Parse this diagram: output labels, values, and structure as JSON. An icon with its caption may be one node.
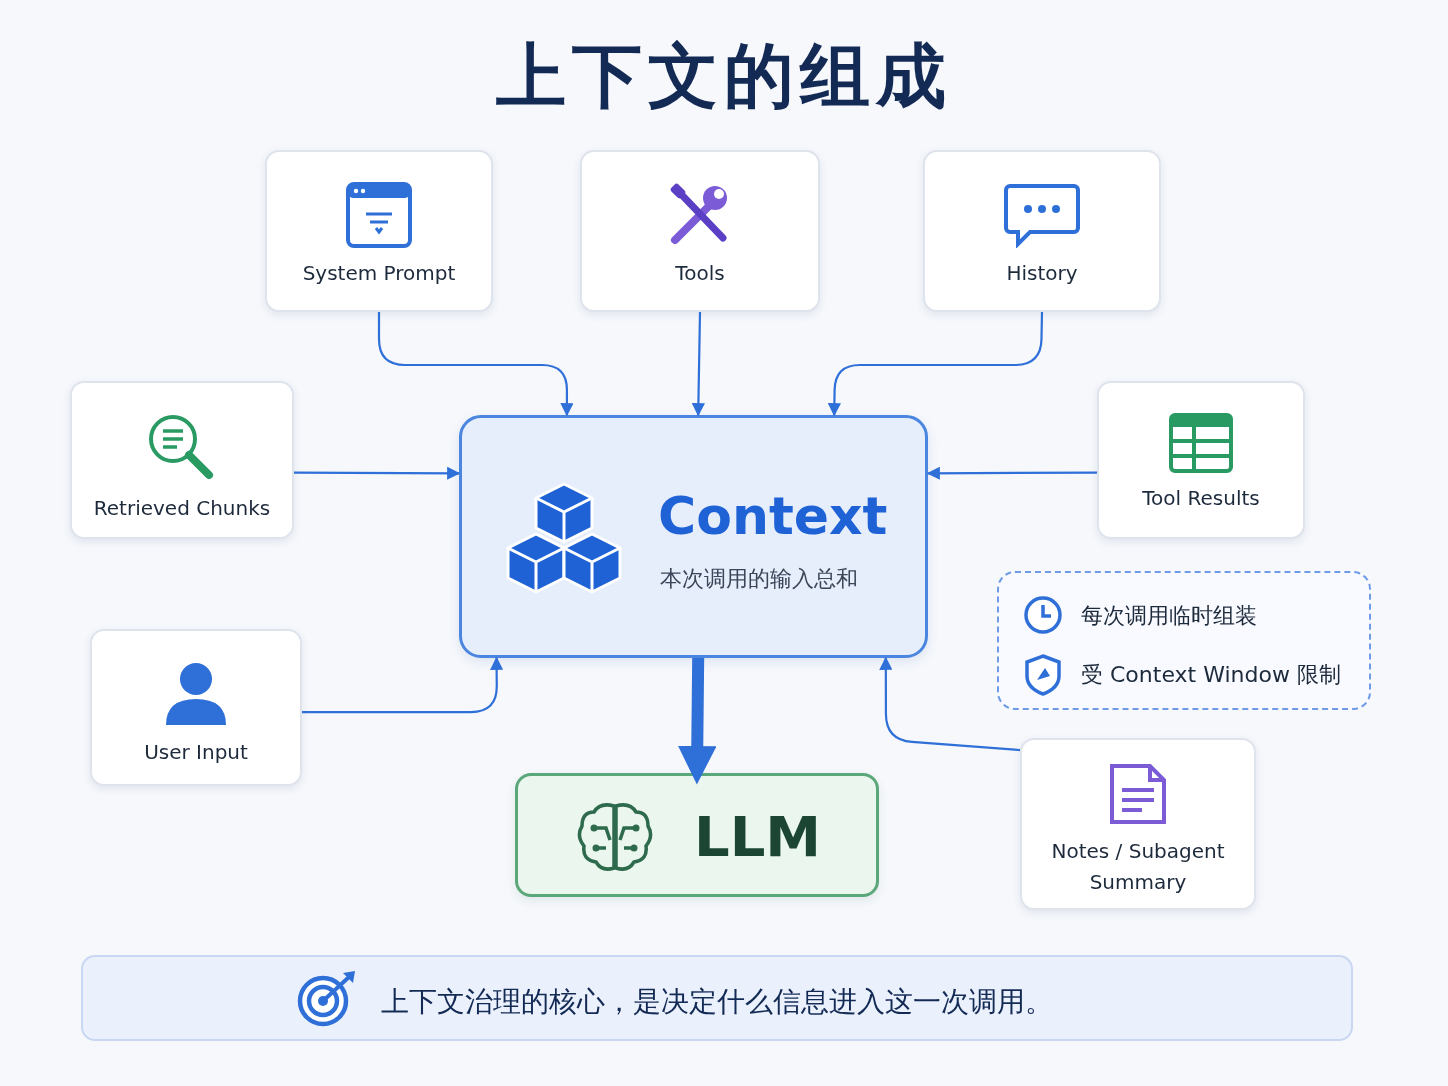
{
  "diagram": {
    "title": "上下文的组成",
    "nodes": [
      {
        "text": [
          "System Prompt"
        ]
      },
      {
        "text": [
          "Tools"
        ]
      },
      {
        "text": [
          "History"
        ]
      },
      {
        "text": [
          "Retrieved Chunks"
        ]
      },
      {
        "text": [
          "Context",
          "本次调用的输入总和"
        ]
      },
      {
        "text": [
          "Tool Results"
        ]
      },
      {
        "text": [
          "每次调用临时组装",
          "受 Context Window 限制"
        ]
      },
      {
        "text": [
          "User Input"
        ]
      },
      {
        "text": [
          "LLM"
        ]
      },
      {
        "text": [
          "Notes / Subagent Summary"
        ]
      },
      {
        "text": [
          "上下文治理的核心，是决定什么信息进入这一次调用。"
        ]
      }
    ],
    "edges": [
      {
        "from": 0,
        "to": 4,
        "arrow": "to"
      },
      {
        "from": 1,
        "to": 4,
        "arrow": "to"
      },
      {
        "from": 2,
        "to": 4,
        "arrow": "to"
      },
      {
        "from": 3,
        "to": 4,
        "arrow": "to"
      },
      {
        "from": 5,
        "to": 4,
        "arrow": "to"
      },
      {
        "from": 7,
        "to": 4,
        "arrow": "to"
      },
      {
        "from": 9,
        "to": 4,
        "arrow": "to"
      },
      {
        "from": 4,
        "to": 8,
        "arrow": "to",
        "style": "thick"
      }
    ]
  }
}
